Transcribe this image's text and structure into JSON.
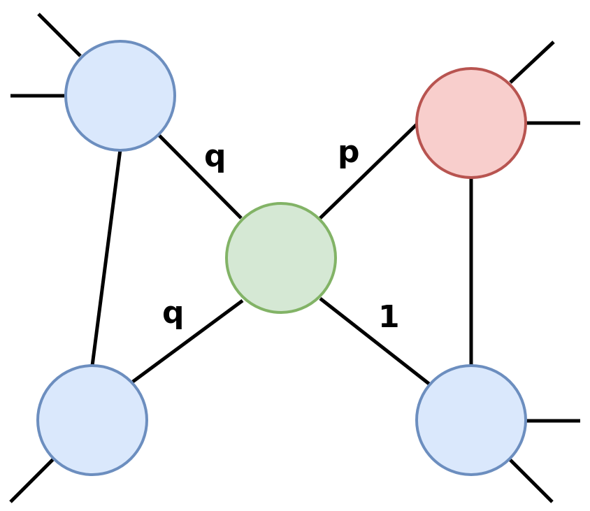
{
  "colors": {
    "blue_fill": "#dae8fc",
    "blue_stroke": "#6c8ebf",
    "red_fill": "#f8cecc",
    "red_stroke": "#b85450",
    "green_fill": "#d5e8d4",
    "green_stroke": "#82b366",
    "edge": "#000000"
  },
  "nodes": [
    {
      "id": "top-left",
      "color": "blue"
    },
    {
      "id": "top-right",
      "color": "red"
    },
    {
      "id": "center",
      "color": "green"
    },
    {
      "id": "bottom-left",
      "color": "blue"
    },
    {
      "id": "bottom-right",
      "color": "blue"
    }
  ],
  "edges": [
    {
      "from": "top-left",
      "to": "center",
      "label": "q"
    },
    {
      "from": "top-right",
      "to": "center",
      "label": "p"
    },
    {
      "from": "bottom-left",
      "to": "center",
      "label": "q"
    },
    {
      "from": "bottom-right",
      "to": "center",
      "label": "1"
    },
    {
      "from": "top-left",
      "to": "bottom-left",
      "label": ""
    },
    {
      "from": "top-right",
      "to": "bottom-right",
      "label": ""
    }
  ]
}
